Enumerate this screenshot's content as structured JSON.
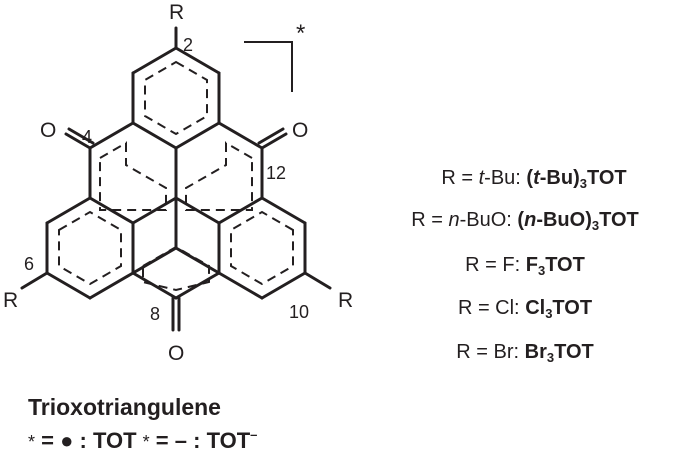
{
  "structure": {
    "substituent_label": "R",
    "oxygen_label": "O",
    "position_numbers": [
      "2",
      "4",
      "6",
      "8",
      "10",
      "12"
    ],
    "bond_marker": "*"
  },
  "variants": [
    {
      "prefix": "R = ",
      "r_italic": "t",
      "r_rest": "-Bu: ",
      "name_bold_open": "(",
      "name_bold_italic": "t",
      "name_bold_mid": "-Bu)",
      "sub": "3",
      "name_bold_end": "TOT"
    },
    {
      "prefix": "R = ",
      "r_italic": "n",
      "r_rest": "-BuO: ",
      "name_bold_open": "(",
      "name_bold_italic": "n",
      "name_bold_mid": "-BuO)",
      "sub": "3",
      "name_bold_end": "TOT"
    },
    {
      "prefix": "R = F: ",
      "name_bold_mid": "F",
      "sub": "3",
      "name_bold_end": "TOT"
    },
    {
      "prefix": "R = Cl: ",
      "name_bold_mid": "Cl",
      "sub": "3",
      "name_bold_end": "TOT"
    },
    {
      "prefix": "R = Br: ",
      "name_bold_mid": "Br",
      "sub": "3",
      "name_bold_end": "TOT"
    }
  ],
  "title": "Trioxotriangulene",
  "legend": {
    "star": "*",
    "eq": " = ",
    "dot": "●",
    "sep1": " : ",
    "tot": "TOT",
    "dash": "–",
    "sep2": " : ",
    "tot_anion": "TOT",
    "charge": "–"
  }
}
